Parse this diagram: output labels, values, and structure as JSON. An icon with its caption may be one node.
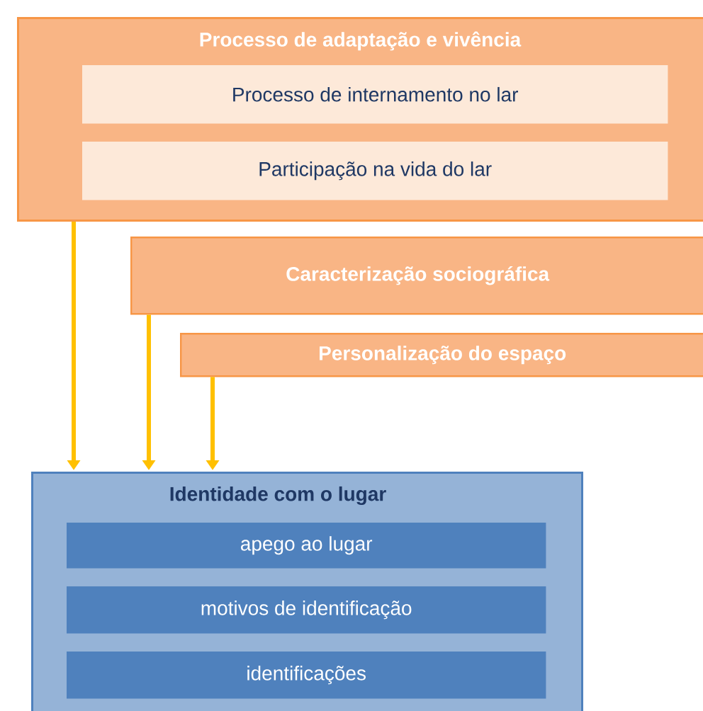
{
  "diagram": {
    "nodes": [
      {
        "text": [
          "Processo de adaptação  e  vivência"
        ]
      },
      {
        "text": [
          "Processo de internamento no lar"
        ],
        "in": 0
      },
      {
        "text": [
          "Participação na vida do lar"
        ],
        "in": 0
      },
      {
        "text": [
          "Caracterização sociográfica"
        ]
      },
      {
        "text": [
          "Personalização do espaço"
        ]
      },
      {
        "text": [
          "Identidade com o lugar"
        ]
      },
      {
        "text": [
          "apego ao lugar"
        ],
        "in": 5
      },
      {
        "text": [
          "motivos de identificação"
        ],
        "in": 5
      },
      {
        "text": [
          "identificações"
        ],
        "in": 5
      }
    ],
    "edges": [
      {
        "from": 0,
        "to": 5,
        "arrow": "to"
      },
      {
        "from": 3,
        "to": 5,
        "arrow": "to"
      },
      {
        "from": 4,
        "to": 5,
        "arrow": "to"
      }
    ]
  }
}
